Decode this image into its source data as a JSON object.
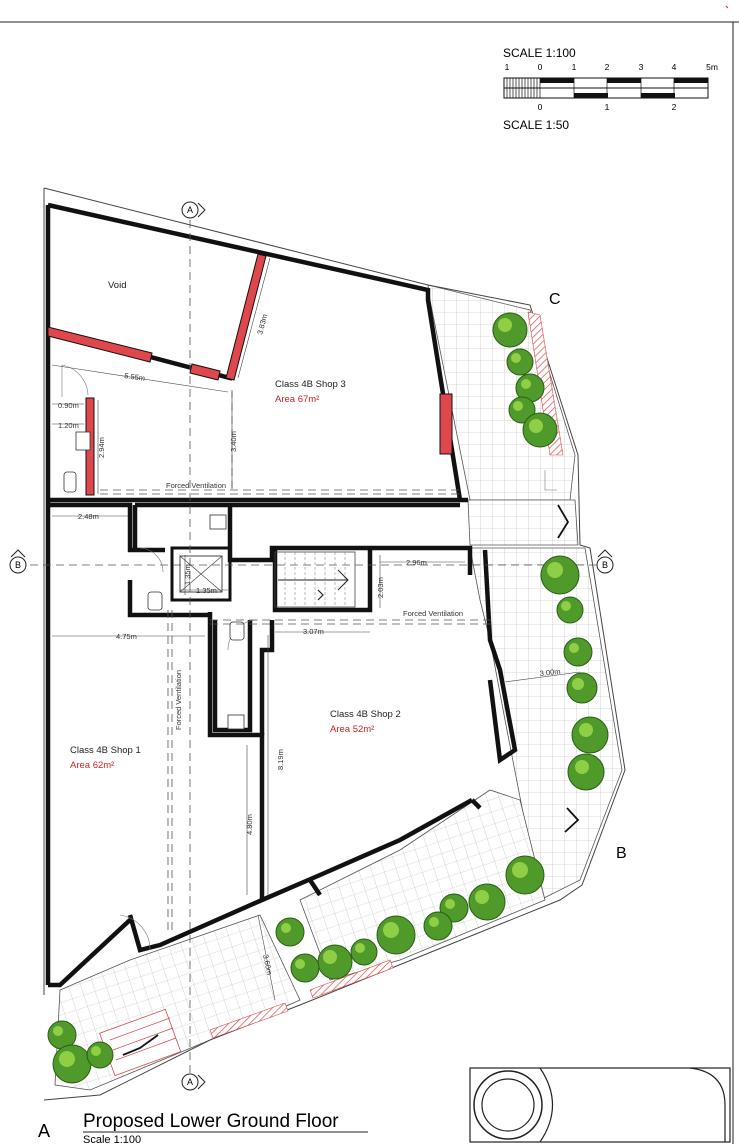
{
  "scales": {
    "top_label": "SCALE 1:100",
    "top_ticks": [
      "1",
      "0",
      "1",
      "2",
      "3",
      "4",
      "5m"
    ],
    "bottom_ticks": [
      "0",
      "1",
      "2"
    ],
    "bottom_label": "SCALE 1:50"
  },
  "title": {
    "main": "Proposed Lower Ground Floor",
    "scale": "Scale 1:100",
    "corner_letter": "A"
  },
  "markers": {
    "corner_c": "C",
    "corner_b": "B",
    "section_a": "A",
    "section_b": "B"
  },
  "rooms": {
    "void": "Void",
    "shop3_name": "Class 4B Shop 3",
    "shop3_area": "Area 67m²",
    "shop2_name": "Class 4B Shop 2",
    "shop2_area": "Area 52m²",
    "shop1_name": "Class 4B Shop 1",
    "shop1_area": "Area 62m²"
  },
  "notes": {
    "forced_vent_upper": "Forced Ventilation",
    "forced_vent_mid": "Forced Ventilation",
    "forced_vent_vertical": "Forced Ventilation"
  },
  "dimensions": {
    "d_555": "5.55m",
    "d_383": "3.83m",
    "d_340": "3.40m",
    "d_090": "0.90m",
    "d_120": "1.20m",
    "d_294": "2.94m",
    "d_248": "2.48m",
    "d_135v": "1.35m",
    "d_135h": "1.35m",
    "d_296": "2.96m",
    "d_203": "2.03m",
    "d_307": "3.07m",
    "d_475": "4.75m",
    "d_300": "3.00m",
    "d_819": "8.19m",
    "d_480": "4.80m",
    "d_360": "3.60m"
  },
  "colors": {
    "red_wall": "#e0474c",
    "area_text": "#d22020",
    "tree_green": "#4f9a2a",
    "tree_highlight": "#8fcf45",
    "hatch_red": "#d94a4a"
  }
}
